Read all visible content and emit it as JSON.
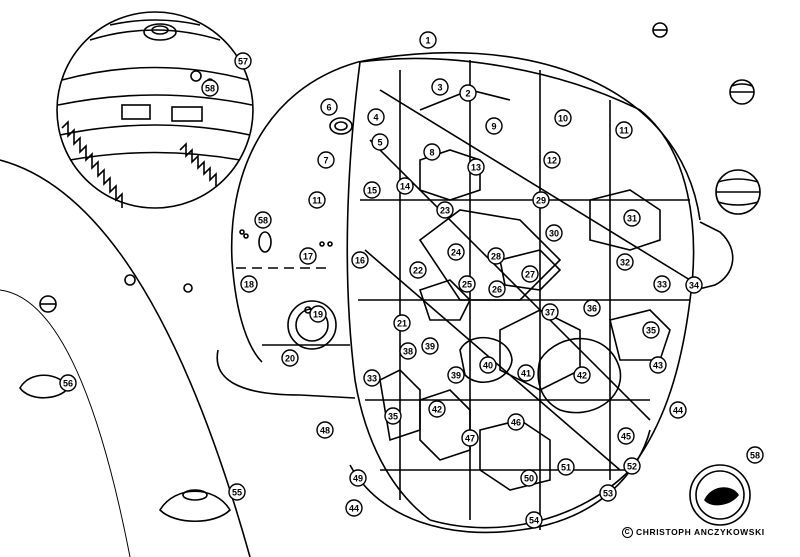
{
  "labels": [
    "1",
    "2",
    "3",
    "4",
    "5",
    "6",
    "7",
    "8",
    "9",
    "10",
    "11",
    "12",
    "13",
    "14",
    "15",
    "16",
    "17",
    "18",
    "19",
    "20",
    "21",
    "22",
    "23",
    "24",
    "25",
    "26",
    "27",
    "28",
    "29",
    "30",
    "31",
    "32",
    "33",
    "34",
    "35",
    "36",
    "37",
    "38",
    "39",
    "40",
    "41",
    "42",
    "43",
    "44",
    "45",
    "46",
    "47",
    "48",
    "49",
    "50",
    "51",
    "52",
    "53",
    "54",
    "55",
    "56",
    "57",
    "58"
  ],
  "credit": {
    "mark": "C",
    "text": "CHRISTOPH ANCZYKOWSKI"
  }
}
